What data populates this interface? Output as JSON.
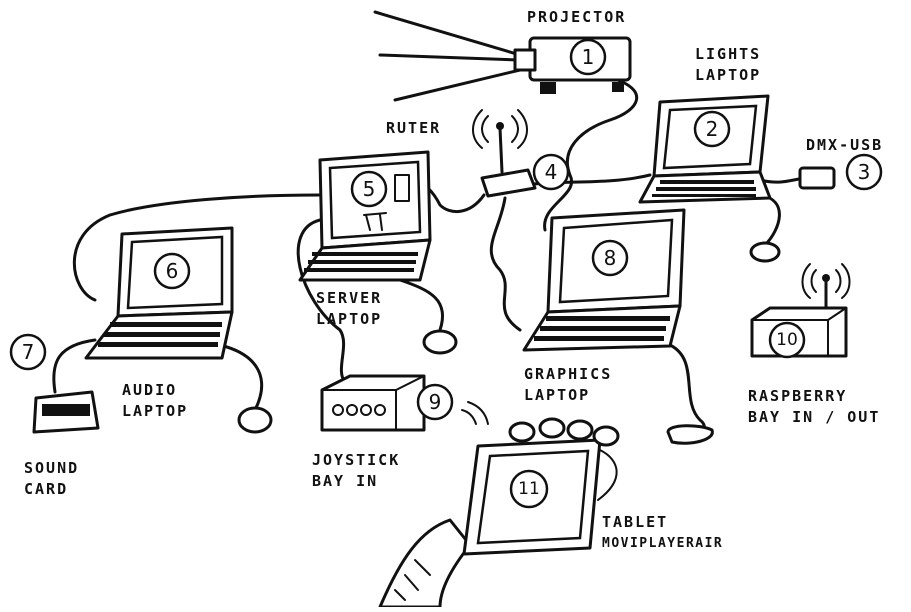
{
  "labels": {
    "projector": "PROJECTOR",
    "lights_laptop": [
      "LIGHTS",
      "LAPTOP"
    ],
    "dmx_usb": "DMX-USB",
    "ruter": "RUTER",
    "server_laptop": [
      "SERVER",
      "LAPTOP"
    ],
    "audio_laptop": [
      "AUDIO",
      "LAPTOP"
    ],
    "sound_card": [
      "SOUND",
      "CARD"
    ],
    "joystick": [
      "JOYSTICK",
      "BAY IN"
    ],
    "graphics_laptop": [
      "GRAPHICS",
      "LAPTOP"
    ],
    "raspberry": [
      "RASPBERRY",
      "BAY IN / OUT"
    ],
    "tablet": [
      "TABLET",
      "MOVIPLAYERAIR"
    ]
  },
  "numbers": [
    "1",
    "2",
    "3",
    "4",
    "5",
    "6",
    "7",
    "8",
    "9",
    "10",
    "11"
  ]
}
